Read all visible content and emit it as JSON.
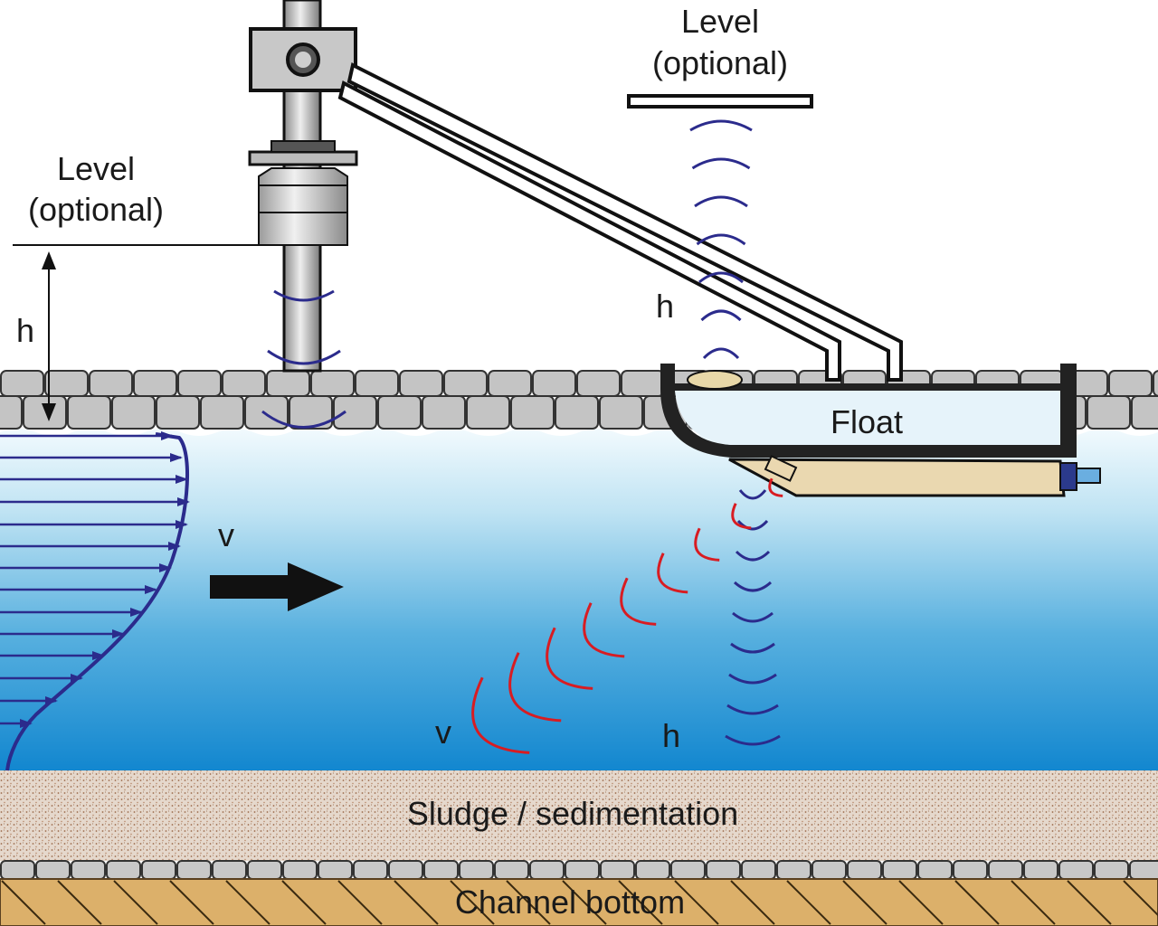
{
  "labels": {
    "level_left_line1": "Level",
    "level_left_line2": "(optional)",
    "level_top_line1": "Level",
    "level_top_line2": "(optional)",
    "h_left": "h",
    "h_mid": "h",
    "h_bottom": "h",
    "v_surface": "v",
    "v_bottom": "v",
    "float": "Float",
    "sludge": "Sludge / sedimentation",
    "channel_bottom": "Channel bottom"
  },
  "colors": {
    "water_top": "#eef8fd",
    "water_bottom": "#1a8fd0",
    "wave_level": "#2b2b8c",
    "wave_velocity": "#d81c22",
    "steel": "#b8b8b8",
    "sludge": "#e3d5c8",
    "channel": "#dcb06a",
    "float_body": "#e6f3fa",
    "sensor_body": "#ead8b0"
  }
}
